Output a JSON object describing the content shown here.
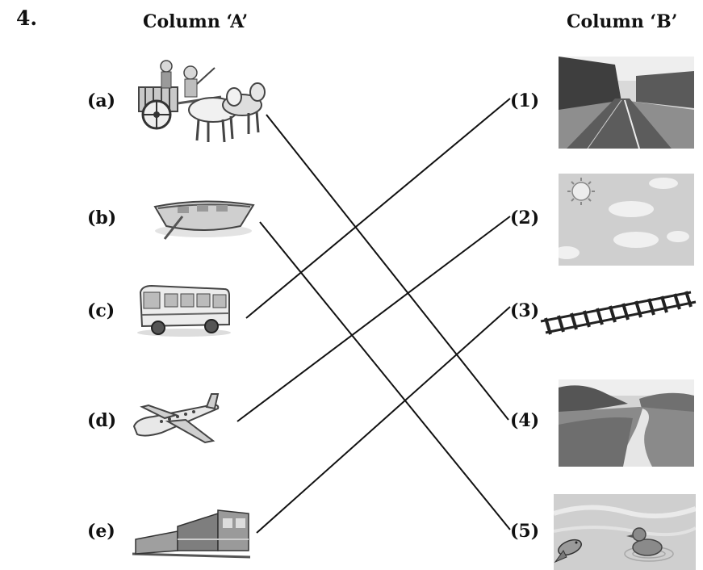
{
  "question": {
    "number": "4."
  },
  "columns": {
    "a": "Column ‘A’",
    "b": "Column ‘B’"
  },
  "column_a": [
    {
      "label": "(a)",
      "picture": "bullock-cart-icon"
    },
    {
      "label": "(b)",
      "picture": "rowing-boat-icon"
    },
    {
      "label": "(c)",
      "picture": "bus-icon"
    },
    {
      "label": "(d)",
      "picture": "aeroplane-icon"
    },
    {
      "label": "(e)",
      "picture": "train-icon"
    }
  ],
  "column_b": [
    {
      "label": "(1)",
      "picture": "paved-road-icon"
    },
    {
      "label": "(2)",
      "picture": "sky-with-clouds-icon"
    },
    {
      "label": "(3)",
      "picture": "railway-track-icon"
    },
    {
      "label": "(4)",
      "picture": "dirt-road-icon"
    },
    {
      "label": "(5)",
      "picture": "water-with-fish-and-duck-icon"
    }
  ],
  "matches": [
    {
      "from": "(a)",
      "to": "(4)"
    },
    {
      "from": "(b)",
      "to": "(5)"
    },
    {
      "from": "(c)",
      "to": "(1)"
    },
    {
      "from": "(d)",
      "to": "(2)"
    },
    {
      "from": "(e)",
      "to": "(3)"
    }
  ],
  "colors": {
    "ink": "#111111",
    "line": "#111111"
  }
}
